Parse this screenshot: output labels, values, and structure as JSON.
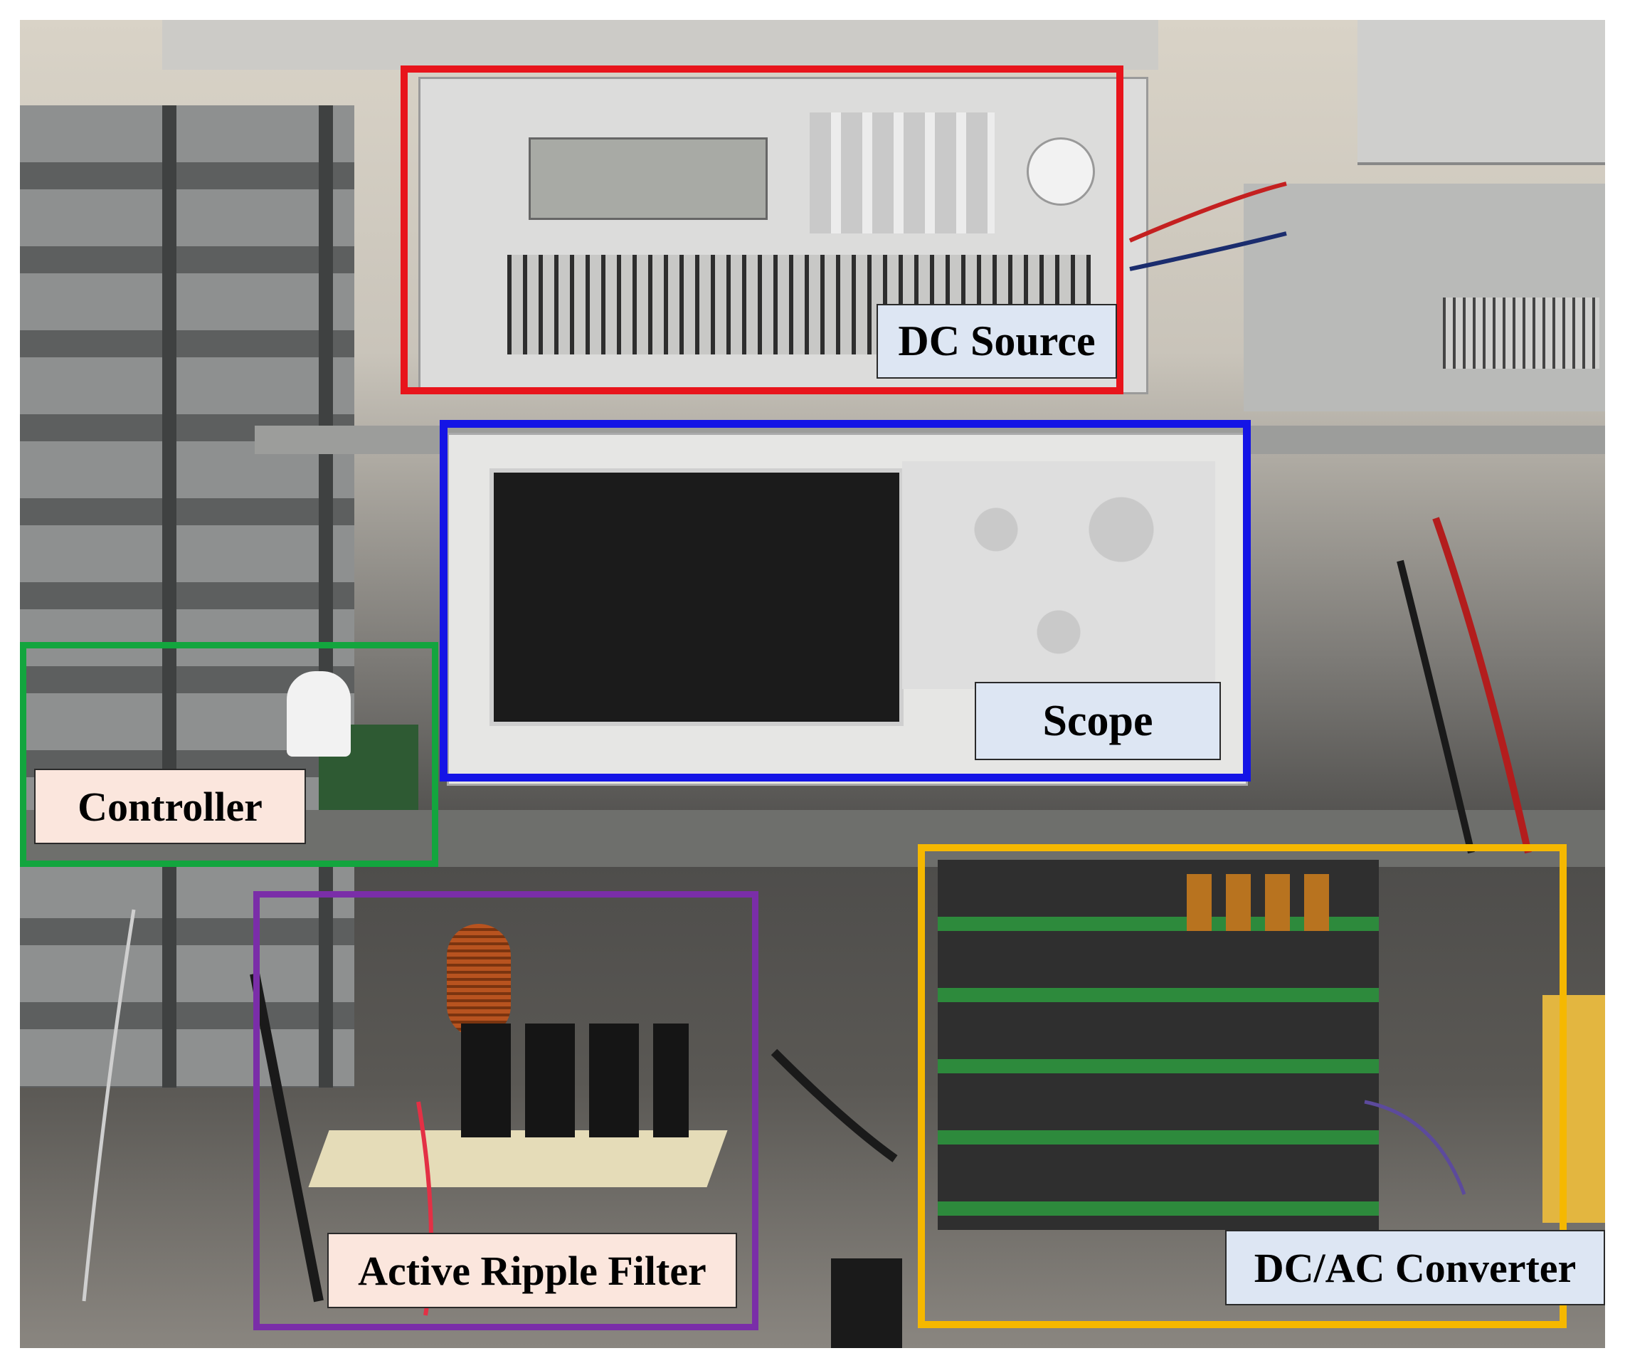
{
  "labels": {
    "dc_source": "DC Source",
    "scope": "Scope",
    "controller": "Controller",
    "active_ripple_filter": "Active Ripple Filter",
    "dc_ac_converter": "DC/AC Converter"
  },
  "colors": {
    "dc_source": "#e8141b",
    "scope": "#1414e6",
    "controller": "#13a53e",
    "active_ripple_filter": "#7a2ea8",
    "dc_ac_converter": "#f5b800"
  }
}
